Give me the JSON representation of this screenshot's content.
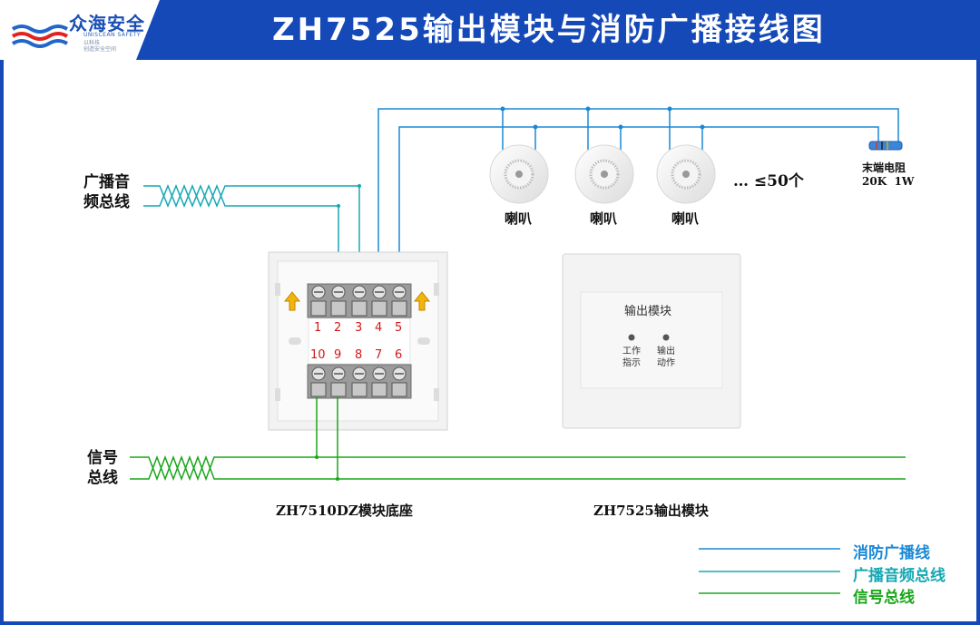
{
  "header": {
    "title": "ZH7525输出模块与消防广播接线图",
    "logo_name": "众海安全",
    "logo_en": "UNISCEAN SAFETY",
    "logo_sub_1": "以科技",
    "logo_sub_2": "创造安全空间"
  },
  "bus_labels": {
    "broadcast_1": "广播音",
    "broadcast_2": "频总线",
    "signal_1": "信号",
    "signal_2": "总线"
  },
  "speakers": [
    {
      "label": "喇叭"
    },
    {
      "label": "喇叭"
    },
    {
      "label": "喇叭"
    }
  ],
  "speaker_count_label": "… ≤50个",
  "end_resistor": {
    "label": "末端电阻",
    "value": "20K  1W"
  },
  "base": {
    "caption": "ZH7510DZ模块底座",
    "terminals_top": [
      "1",
      "2",
      "3",
      "4",
      "5"
    ],
    "terminals_bottom": [
      "10",
      "9",
      "8",
      "7",
      "6"
    ]
  },
  "module": {
    "caption": "ZH7525输出模块",
    "panel_title": "输出模块",
    "led_work_1": "工作",
    "led_work_2": "指示",
    "led_out_1": "输出",
    "led_out_2": "动作"
  },
  "legend": [
    {
      "label": "消防广播线",
      "color": "#1b88d6"
    },
    {
      "label": "广播音频总线",
      "color": "#16a8b3"
    },
    {
      "label": "信号总线",
      "color": "#1aa61a"
    }
  ],
  "colors": {
    "frame": "#1549b8",
    "broadcast_line": "#1b88d6",
    "audio_bus": "#16a8b3",
    "signal_bus": "#1aa61a"
  }
}
